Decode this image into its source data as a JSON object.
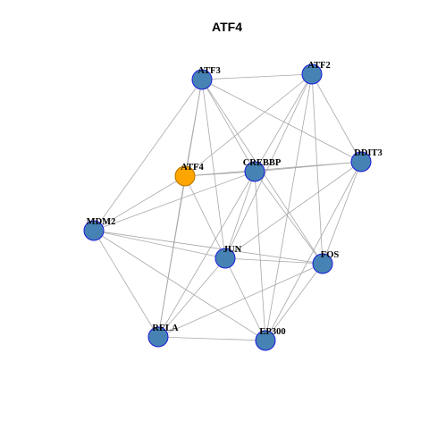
{
  "title": "ATF4",
  "colors": {
    "node_fill": "#4682b4",
    "node_stroke": "#1a1adb",
    "focus_fill": "#ffa500",
    "focus_stroke": "#b37300",
    "edge": "#a8a8a8"
  },
  "nodes": [
    {
      "id": "ATF3",
      "label": "ATF3",
      "focus": false
    },
    {
      "id": "ATF2",
      "label": "ATF2",
      "focus": false
    },
    {
      "id": "ATF4",
      "label": "ATF4",
      "focus": true
    },
    {
      "id": "CREBBP",
      "label": "CREBBP",
      "focus": false
    },
    {
      "id": "DDIT3",
      "label": "DDIT3",
      "focus": false
    },
    {
      "id": "MDM2",
      "label": "MDM2",
      "focus": false
    },
    {
      "id": "JUN",
      "label": "JUN",
      "focus": false
    },
    {
      "id": "FOS",
      "label": "FOS",
      "focus": false
    },
    {
      "id": "RELA",
      "label": "RELA",
      "focus": false
    },
    {
      "id": "EP300",
      "label": "EP300",
      "focus": false
    }
  ],
  "edges": [
    [
      "ATF3",
      "ATF2"
    ],
    [
      "ATF3",
      "ATF4"
    ],
    [
      "ATF3",
      "CREBBP"
    ],
    [
      "ATF3",
      "DDIT3"
    ],
    [
      "ATF3",
      "MDM2"
    ],
    [
      "ATF3",
      "JUN"
    ],
    [
      "ATF3",
      "FOS"
    ],
    [
      "ATF3",
      "RELA"
    ],
    [
      "ATF2",
      "ATF4"
    ],
    [
      "ATF2",
      "CREBBP"
    ],
    [
      "ATF2",
      "DDIT3"
    ],
    [
      "ATF2",
      "JUN"
    ],
    [
      "ATF2",
      "FOS"
    ],
    [
      "ATF2",
      "EP300"
    ],
    [
      "ATF4",
      "CREBBP"
    ],
    [
      "ATF4",
      "DDIT3"
    ],
    [
      "ATF4",
      "MDM2"
    ],
    [
      "ATF4",
      "JUN"
    ],
    [
      "ATF4",
      "RELA"
    ],
    [
      "CREBBP",
      "DDIT3"
    ],
    [
      "CREBBP",
      "MDM2"
    ],
    [
      "CREBBP",
      "JUN"
    ],
    [
      "CREBBP",
      "FOS"
    ],
    [
      "CREBBP",
      "RELA"
    ],
    [
      "CREBBP",
      "EP300"
    ],
    [
      "DDIT3",
      "JUN"
    ],
    [
      "DDIT3",
      "FOS"
    ],
    [
      "DDIT3",
      "EP300"
    ],
    [
      "MDM2",
      "JUN"
    ],
    [
      "MDM2",
      "FOS"
    ],
    [
      "MDM2",
      "RELA"
    ],
    [
      "MDM2",
      "EP300"
    ],
    [
      "JUN",
      "FOS"
    ],
    [
      "JUN",
      "RELA"
    ],
    [
      "JUN",
      "EP300"
    ],
    [
      "FOS",
      "RELA"
    ],
    [
      "FOS",
      "EP300"
    ],
    [
      "RELA",
      "EP300"
    ]
  ]
}
